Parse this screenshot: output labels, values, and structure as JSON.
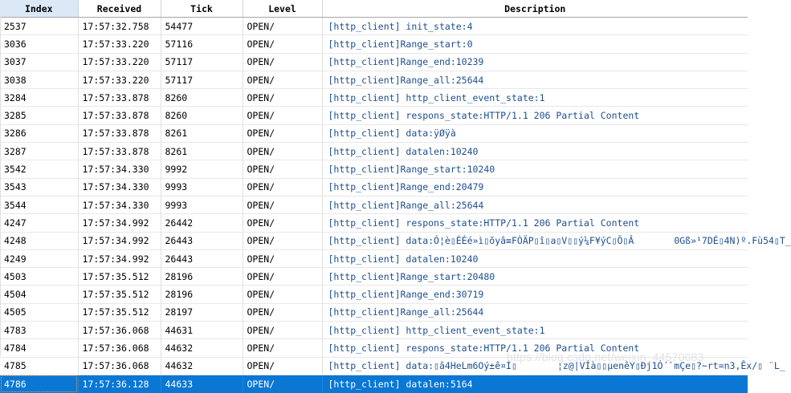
{
  "table": {
    "columns": [
      {
        "key": "index",
        "label": "Index"
      },
      {
        "key": "received",
        "label": "Received"
      },
      {
        "key": "tick",
        "label": "Tick"
      },
      {
        "key": "level",
        "label": "Level"
      },
      {
        "key": "description",
        "label": "Description"
      }
    ],
    "selected_index": "4786",
    "rows": [
      {
        "index": "2537",
        "received": "17:57:32.758",
        "tick": "54477",
        "level": "OPEN/",
        "description": "[http_client] init_state:4",
        "description_tail": ""
      },
      {
        "index": "3036",
        "received": "17:57:33.220",
        "tick": "57116",
        "level": "OPEN/",
        "description": "[http_client]Range_start:0",
        "description_tail": ""
      },
      {
        "index": "3037",
        "received": "17:57:33.220",
        "tick": "57117",
        "level": "OPEN/",
        "description": "[http_client]Range_end:10239",
        "description_tail": ""
      },
      {
        "index": "3038",
        "received": "17:57:33.220",
        "tick": "57117",
        "level": "OPEN/",
        "description": "[http_client]Range_all:25644",
        "description_tail": ""
      },
      {
        "index": "3284",
        "received": "17:57:33.878",
        "tick": "8260",
        "level": "OPEN/",
        "description": "[http_client] http_client_event_state:1",
        "description_tail": ""
      },
      {
        "index": "3285",
        "received": "17:57:33.878",
        "tick": "8260",
        "level": "OPEN/",
        "description": "[http_client] respons_state:HTTP/1.1 206 Partial Content",
        "description_tail": ""
      },
      {
        "index": "3286",
        "received": "17:57:33.878",
        "tick": "8261",
        "level": "OPEN/",
        "description": "[http_client] data:ÿØÿà",
        "description_tail": ""
      },
      {
        "index": "3287",
        "received": "17:57:33.878",
        "tick": "8261",
        "level": "OPEN/",
        "description": "[http_client] datalen:10240",
        "description_tail": ""
      },
      {
        "index": "3542",
        "received": "17:57:34.330",
        "tick": "9992",
        "level": "OPEN/",
        "description": "[http_client]Range_start:10240",
        "description_tail": ""
      },
      {
        "index": "3543",
        "received": "17:57:34.330",
        "tick": "9993",
        "level": "OPEN/",
        "description": "[http_client]Range_end:20479",
        "description_tail": ""
      },
      {
        "index": "3544",
        "received": "17:57:34.330",
        "tick": "9993",
        "level": "OPEN/",
        "description": "[http_client]Range_all:25644",
        "description_tail": ""
      },
      {
        "index": "4247",
        "received": "17:57:34.992",
        "tick": "26442",
        "level": "OPEN/",
        "description": "[http_client] respons_state:HTTP/1.1 206 Partial Content",
        "description_tail": ""
      },
      {
        "index": "4248",
        "received": "17:57:34.992",
        "tick": "26443",
        "level": "OPEN/",
        "description": "[http_client] data:Ó¦è▯ÉÉé»ì▯õyâ≡FÒÄP▯î▯a▯V▯▯ý¼F¥ýC▯Ö▯Â",
        "description_tail": "0Gß»¹7DÉ▯4N)º.Fù54▯T_"
      },
      {
        "index": "4249",
        "received": "17:57:34.992",
        "tick": "26443",
        "level": "OPEN/",
        "description": "[http_client] datalen:10240",
        "description_tail": ""
      },
      {
        "index": "4503",
        "received": "17:57:35.512",
        "tick": "28196",
        "level": "OPEN/",
        "description": "[http_client]Range_start:20480",
        "description_tail": ""
      },
      {
        "index": "4504",
        "received": "17:57:35.512",
        "tick": "28196",
        "level": "OPEN/",
        "description": "[http_client]Range_end:30719",
        "description_tail": ""
      },
      {
        "index": "4505",
        "received": "17:57:35.512",
        "tick": "28197",
        "level": "OPEN/",
        "description": "[http_client]Range_all:25644",
        "description_tail": ""
      },
      {
        "index": "4783",
        "received": "17:57:36.068",
        "tick": "44631",
        "level": "OPEN/",
        "description": "[http_client] http_client_event_state:1",
        "description_tail": ""
      },
      {
        "index": "4784",
        "received": "17:57:36.068",
        "tick": "44632",
        "level": "OPEN/",
        "description": "[http_client] respons_state:HTTP/1.1 206 Partial Content",
        "description_tail": ""
      },
      {
        "index": "4785",
        "received": "17:57:36.068",
        "tick": "44632",
        "level": "OPEN/",
        "description": "[http_client] data:▯â4HeLm6Oý±ê¤Ì▯",
        "description_tail": "¦z@|VÍà▯▯µenêY▯Ðj1Ó´`mÇe▯?~rt=n3,Êx/▯ ¨L_"
      },
      {
        "index": "4786",
        "received": "17:57:36.128",
        "tick": "44633",
        "level": "OPEN/",
        "description": "[http_client] datalen:5164",
        "description_tail": ""
      }
    ]
  },
  "watermark": {
    "text": "https://blog.csdn.net/weixin_44570083"
  },
  "colors": {
    "selection_blue": "#0a77d5",
    "header_selected_column": "#dbe9f7",
    "description_text": "#1c4f8f",
    "focus_outline": "#e8a33d"
  }
}
